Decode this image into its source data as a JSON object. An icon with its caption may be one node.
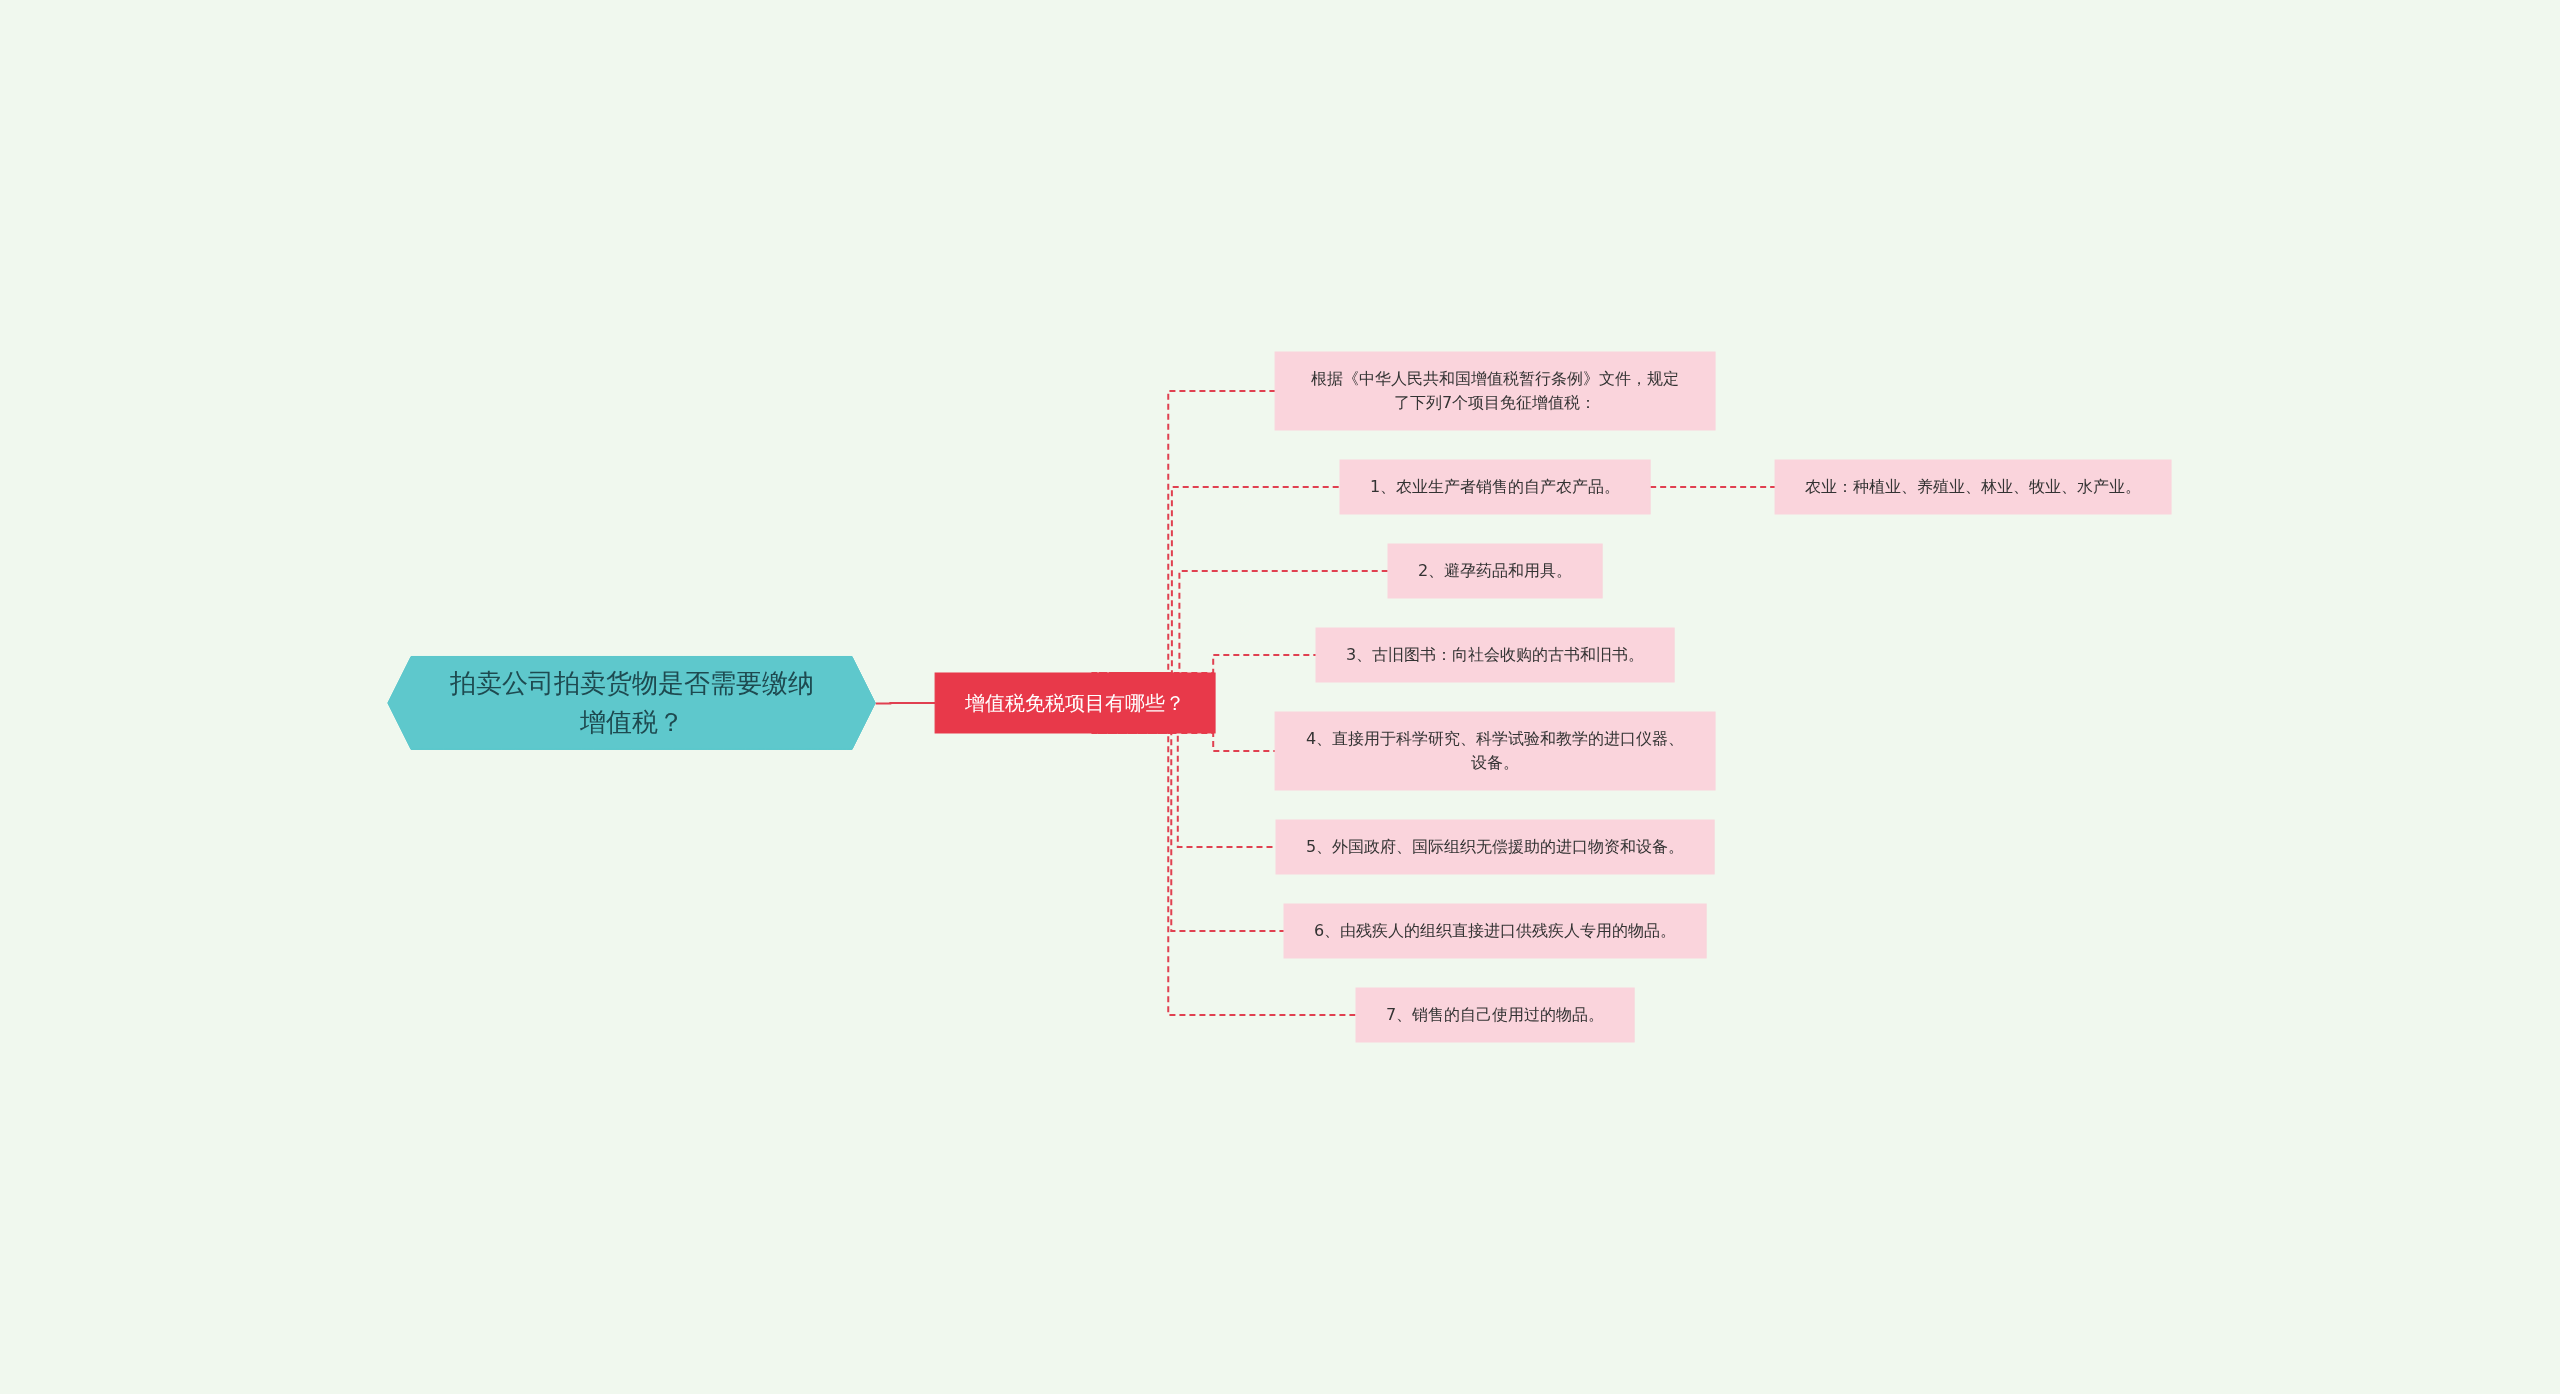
{
  "diagram": {
    "nodes": [
      {
        "text": [
          "拍卖公司拍卖货物是否需要缴纳增值税？"
        ]
      },
      {
        "text": [
          "增值税免税项目有哪些？"
        ]
      },
      {
        "text": [
          "根据《中华人民共和国增值税暂行条例》文件，规定了下列7个项目免征增值税："
        ]
      },
      {
        "text": [
          "1、农业生产者销售的自产农产品。"
        ]
      },
      {
        "text": [
          "农业：种植业、养殖业、林业、牧业、水产业。"
        ]
      },
      {
        "text": [
          "2、避孕药品和用具。"
        ]
      },
      {
        "text": [
          "3、古旧图书：向社会收购的古书和旧书。"
        ]
      },
      {
        "text": [
          "4、直接用于科学研究、科学试验和教学的进口仪器、设备。"
        ]
      },
      {
        "text": [
          "5、外国政府、国际组织无偿援助的进口物资和设备。"
        ]
      },
      {
        "text": [
          "6、由残疾人的组织直接进口供残疾人专用的物品。"
        ]
      },
      {
        "text": [
          "7、销售的自己使用过的物品。"
        ]
      }
    ],
    "edges": [
      {
        "from": 0,
        "to": 1,
        "arrow": "none"
      },
      {
        "from": 1,
        "to": 2,
        "arrow": "none",
        "style": "dashed"
      },
      {
        "from": 1,
        "to": 3,
        "arrow": "none",
        "style": "dashed"
      },
      {
        "from": 3,
        "to": 4,
        "arrow": "none",
        "style": "dashed"
      },
      {
        "from": 1,
        "to": 5,
        "arrow": "none",
        "style": "dashed"
      },
      {
        "from": 1,
        "to": 6,
        "arrow": "none",
        "style": "dashed"
      },
      {
        "from": 1,
        "to": 7,
        "arrow": "none",
        "style": "dashed"
      },
      {
        "from": 1,
        "to": 8,
        "arrow": "none",
        "style": "dashed"
      },
      {
        "from": 1,
        "to": 9,
        "arrow": "none",
        "style": "dashed"
      },
      {
        "from": 1,
        "to": 10,
        "arrow": "none",
        "style": "dashed"
      }
    ]
  }
}
